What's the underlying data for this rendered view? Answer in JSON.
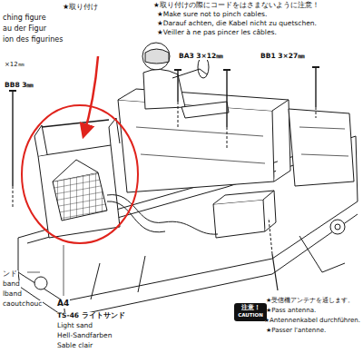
{
  "diagram": {
    "nodes": [
      {
        "text": [
          "注意！",
          "CAUTION"
        ]
      }
    ],
    "labels": [
      "★取り付け",
      "ching figure",
      "au der Figur",
      "ion des figurines",
      "×12㎜",
      "BB8 3㎜",
      "★取り付けの際にコードをはさまないように注意！",
      "★Make sure not to pinch cables.",
      "★Darauf achten, die Kabel nicht zu quetschen.",
      "★Veiller à ne pas pincer les câbles.",
      "BA3 3×12㎜",
      "BB1 3×27㎜",
      "ンド",
      "band",
      "lband",
      "caoutchouc",
      "A4",
      "TS-46 ライトサンド",
      "Light sand",
      "Hell-Sandfarben",
      "Sable clair",
      "★受信機アンテナを通します。",
      "★Pass antenna.",
      "★Antennenkabel durchführen.",
      "★Passer l'antenne."
    ]
  }
}
